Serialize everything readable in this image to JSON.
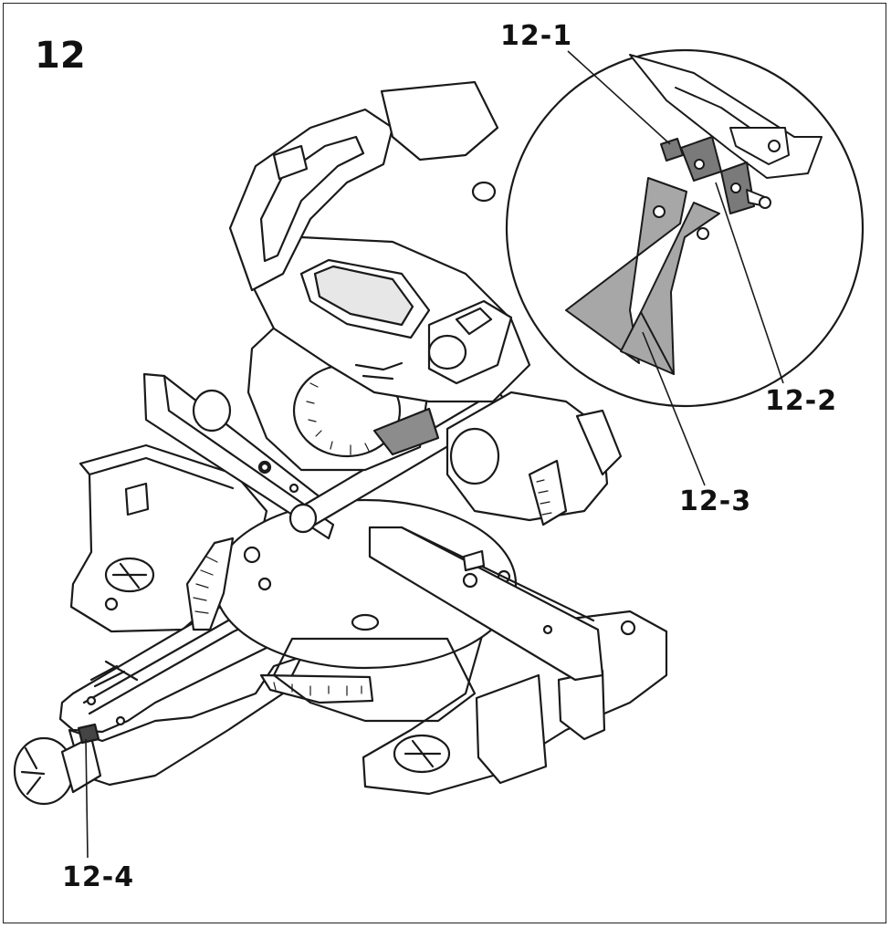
{
  "figure": {
    "number": "12",
    "callouts": {
      "c1": "12-1",
      "c2": "12-2",
      "c3": "12-3",
      "c4": "12-4"
    }
  },
  "colors": {
    "ink": "#1a1a1a",
    "part_fill": "#ffffff",
    "highlight_gray": "#a7a7a7",
    "highlight_dark": "#8c8c8c",
    "bracket": "#7a7a7a"
  }
}
